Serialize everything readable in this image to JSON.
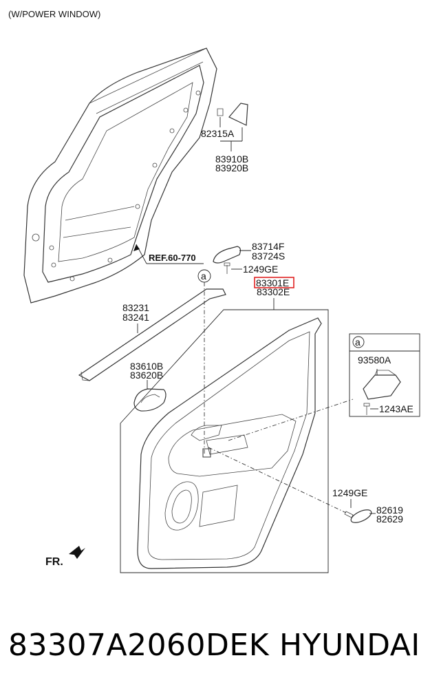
{
  "header_note": "(W/POWER WINDOW)",
  "ref_label": "REF.60-770",
  "front_label": "FR.",
  "callout_letter": "a",
  "labels": {
    "p82315A": "82315A",
    "p83910B": "83910B",
    "p83920B": "83920B",
    "p83714F": "83714F",
    "p83724S": "83724S",
    "p1249GE_top": "1249GE",
    "p83301E": "83301E",
    "p83302E": "83302E",
    "p83231": "83231",
    "p83241": "83241",
    "p83610B": "83610B",
    "p83620B": "83620B",
    "p93580A": "93580A",
    "p1243AE": "1243AE",
    "p1249GE_bottom": "1249GE",
    "p82619": "82619",
    "p82629": "82629"
  },
  "highlight_color": "#e02020",
  "footer": {
    "part_number": "83307A2060DEK",
    "brand": "HYUNDAI"
  }
}
